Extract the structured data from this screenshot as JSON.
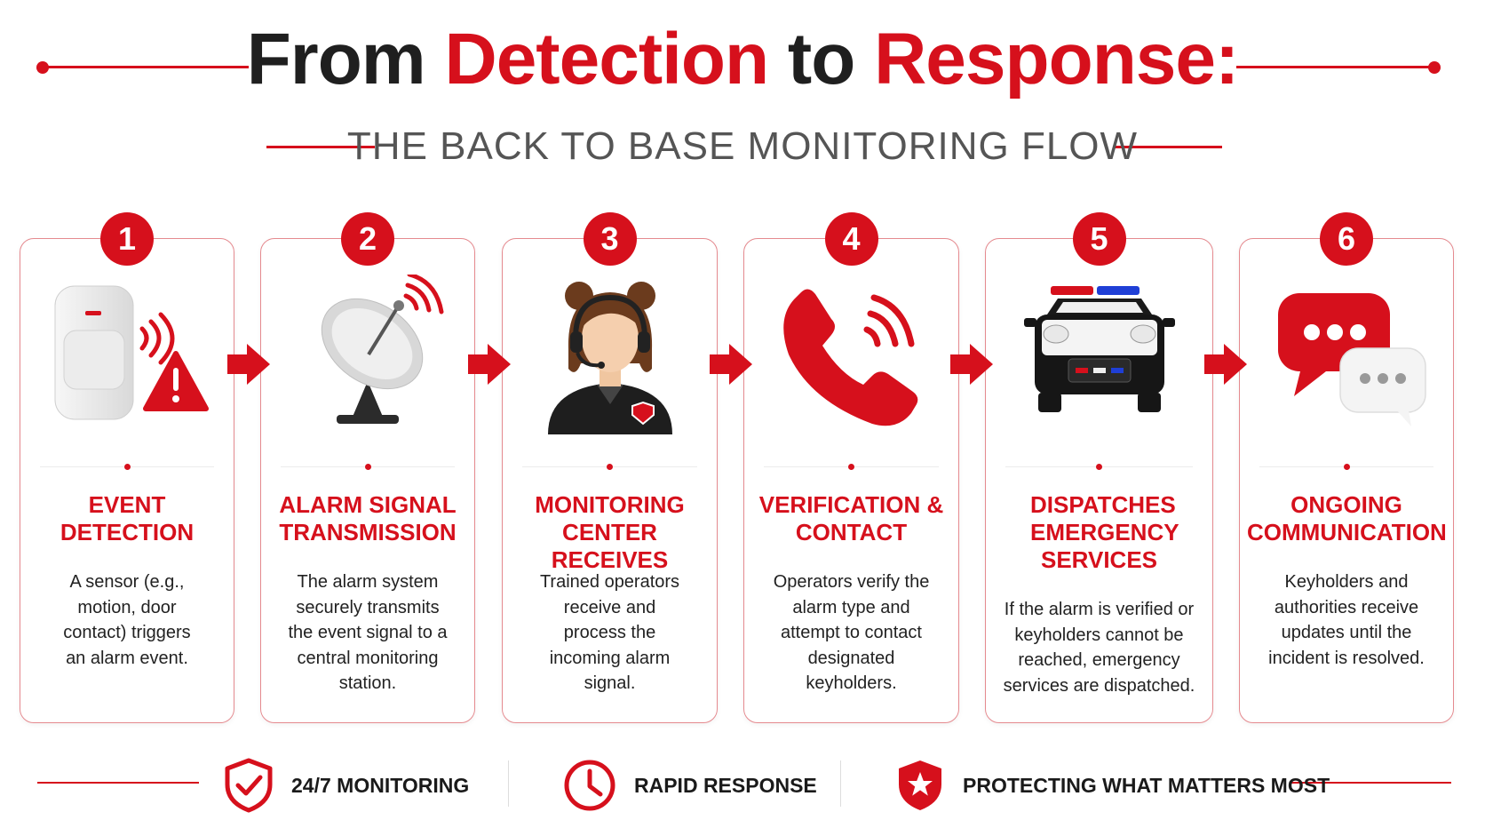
{
  "header": {
    "title_part1": "From",
    "title_part2": "Detection",
    "title_part3": "to",
    "title_part4": "Response:",
    "subtitle": "THE BACK TO BASE MONITORING FLOW"
  },
  "steps": [
    {
      "number": "1",
      "title": "EVENT DETECTION",
      "description": "A sensor (e.g., motion, door contact) triggers an alarm event."
    },
    {
      "number": "2",
      "title": "ALARM SIGNAL TRANSMISSION",
      "description": "The alarm system securely transmits the event signal to a central monitoring station."
    },
    {
      "number": "3",
      "title": "MONITORING CENTER RECEIVES",
      "description": "Trained operators receive and process the incoming alarm signal."
    },
    {
      "number": "4",
      "title": "VERIFICATION & CONTACT",
      "description": "Operators verify the alarm type and attempt to contact designated keyholders."
    },
    {
      "number": "5",
      "title": "DISPATCHES EMERGENCY SERVICES",
      "description": "If the alarm is verified or keyholders cannot be reached, emergency services are dispatched."
    },
    {
      "number": "6",
      "title": "ONGOING COMMUNICATION",
      "description": "Keyholders and authorities receive updates until the incident is resolved."
    }
  ],
  "footer": {
    "item1": "24/7 MONITORING",
    "item2": "RAPID RESPONSE",
    "item3": "PROTECTING WHAT MATTERS MOST"
  },
  "colors": {
    "accent": "#d6101c",
    "text": "#1f1f1f",
    "subtitle": "#555555",
    "card_border": "#e58a8f"
  },
  "icons": [
    "motion-sensor-icon",
    "satellite-dish-icon",
    "operator-headset-icon",
    "phone-ringing-icon",
    "police-car-icon",
    "chat-bubbles-icon",
    "shield-check-icon",
    "clock-icon",
    "shield-star-icon",
    "arrow-right-icon"
  ]
}
